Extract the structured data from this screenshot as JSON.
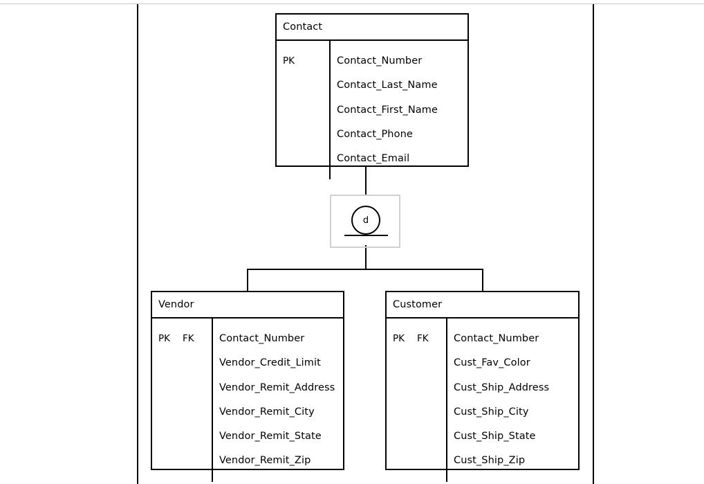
{
  "diagram": {
    "type": "entity-relationship-diagram",
    "notation": "supertype-subtype with disjoint specialization"
  },
  "specialization": {
    "symbol_label": "d",
    "symbol_meaning": "disjoint-specialization-circle",
    "selected": true,
    "selection_color": "#d0d0d0"
  },
  "entities": {
    "supertype": {
      "name": "Contact",
      "key_flags": [
        "PK"
      ],
      "attributes": [
        "Contact_Number",
        "Contact_Last_Name",
        "Contact_First_Name",
        "Contact_Phone",
        "Contact_Email"
      ]
    },
    "subtype_left": {
      "name": "Vendor",
      "key_flags": [
        "PK",
        "FK"
      ],
      "attributes": [
        "Contact_Number",
        "Vendor_Credit_Limit",
        "Vendor_Remit_Address",
        "Vendor_Remit_City",
        "Vendor_Remit_State",
        "Vendor_Remit_Zip"
      ]
    },
    "subtype_right": {
      "name": "Customer",
      "key_flags": [
        "PK",
        "FK"
      ],
      "attributes": [
        "Contact_Number",
        "Cust_Fav_Color",
        "Cust_Ship_Address",
        "Cust_Ship_City",
        "Cust_Ship_State",
        "Cust_Ship_Zip"
      ]
    }
  },
  "colors": {
    "stroke": "#000000",
    "background": "#ffffff",
    "page_rule": "#c8c8c8",
    "selection": "#d0d0d0"
  }
}
